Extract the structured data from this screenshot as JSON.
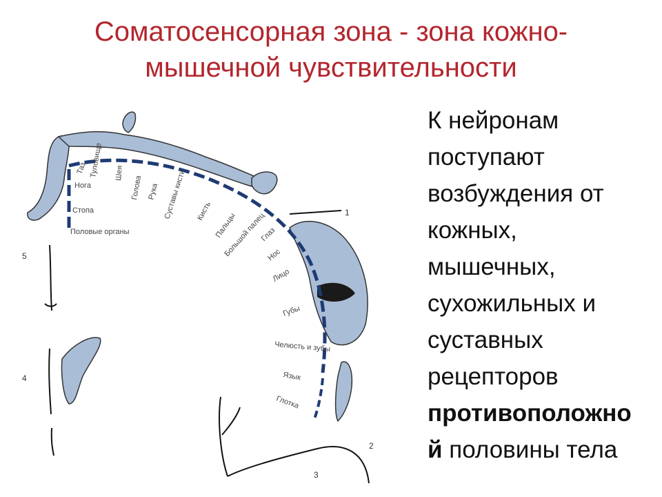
{
  "slide": {
    "title_line1": "Соматосенсорная зона - зона кожно-",
    "title_line2": "мышечной чувствительности",
    "body_lines": [
      "К нейронам",
      "поступают",
      "возбуждения от",
      "кожных,",
      "мышечных,",
      "сухожильных и",
      "суставных",
      "рецепторов"
    ],
    "bold_line_1": "противоположно",
    "bold_line_2": "й",
    "tail_text": " половины тела"
  },
  "diagram": {
    "labels": {
      "stopa": "Стопа",
      "noga": "Нога",
      "taz": "Таз",
      "tulovishche": "Туловище",
      "sheya": "Шея",
      "golova": "Голова",
      "ruka": "Рука",
      "sustavy_kisti": "Суставы кисти",
      "kist": "Кисть",
      "paltsy": "Пальцы",
      "bolshoy_palets": "Большой палец",
      "glaz": "Глаз",
      "nos": "Нос",
      "litso": "Лицо",
      "guby": "Губы",
      "chelyust": "Челюсть и зубы",
      "yazyk": "Язык",
      "glotka": "Глотка",
      "polovye_organy": "Половые органы"
    },
    "numbers": [
      "1",
      "2",
      "3",
      "4",
      "5"
    ]
  }
}
